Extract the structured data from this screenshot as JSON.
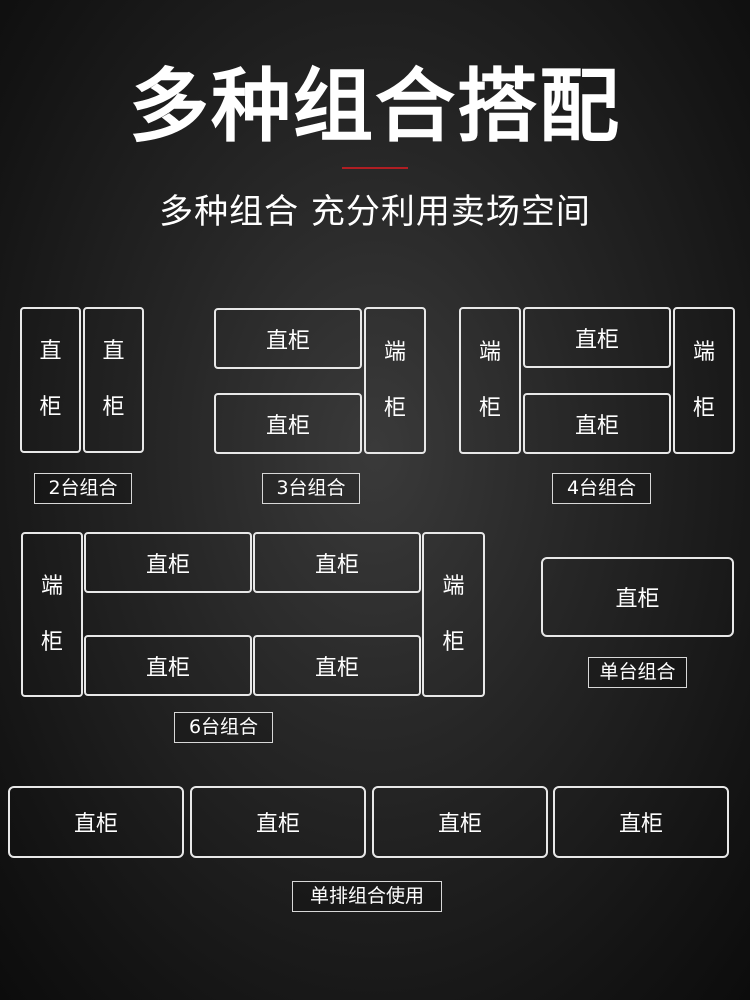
{
  "header": {
    "title": "多种组合搭配",
    "subtitle": "多种组合 充分利用卖场空间",
    "accent_color": "#b01e23"
  },
  "cabinets": {
    "straight_short": "直柜",
    "straight_char1": "直",
    "straight_char2": "柜",
    "end_char1": "端",
    "end_char2": "柜"
  },
  "captions": {
    "combo_2": "2台组合",
    "combo_3": "3台组合",
    "combo_4": "4台组合",
    "combo_6": "6台组合",
    "combo_single": "单台组合",
    "combo_row": "单排组合使用"
  }
}
